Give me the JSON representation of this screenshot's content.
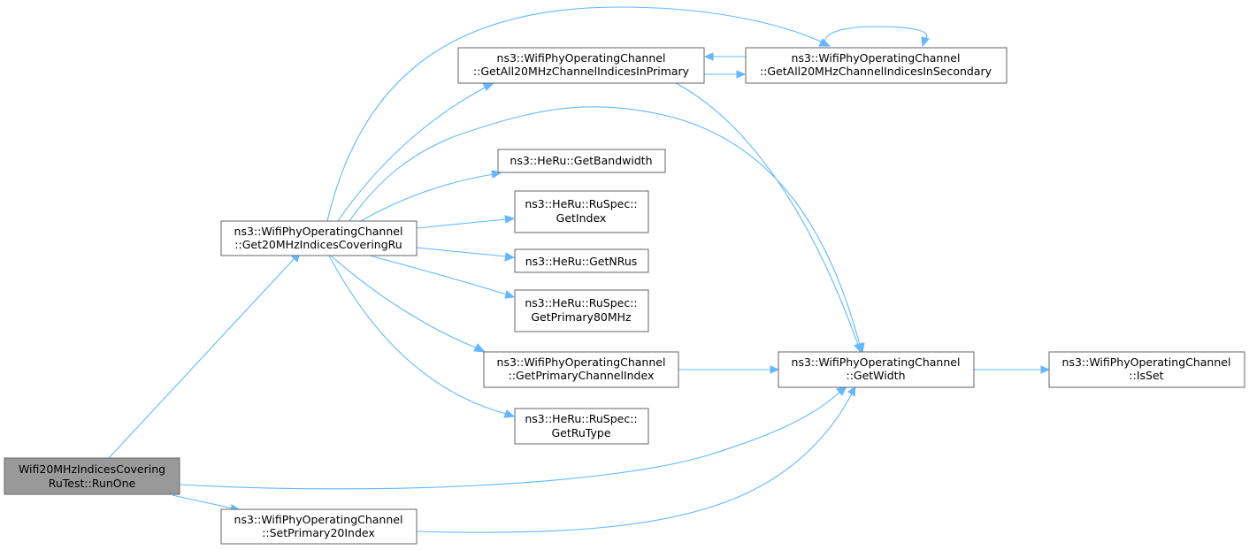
{
  "nodes": {
    "runone": [
      "Wifi20MHzIndicesCovering",
      "RuTest::RunOne"
    ],
    "get20mhz": [
      "ns3::WifiPhyOperatingChannel",
      "::Get20MHzIndicesCoveringRu"
    ],
    "setprimary20": [
      "ns3::WifiPhyOperatingChannel",
      "::SetPrimary20Index"
    ],
    "getall20primary": [
      "ns3::WifiPhyOperatingChannel",
      "::GetAll20MHzChannelIndicesInPrimary"
    ],
    "getall20secondary": [
      "ns3::WifiPhyOperatingChannel",
      "::GetAll20MHzChannelIndicesInSecondary"
    ],
    "getbandwidth": [
      "ns3::HeRu::GetBandwidth"
    ],
    "getindex": [
      "ns3::HeRu::RuSpec::",
      "GetIndex"
    ],
    "getnrus": [
      "ns3::HeRu::GetNRus"
    ],
    "getprimary80": [
      "ns3::HeRu::RuSpec::",
      "GetPrimary80MHz"
    ],
    "getprimarychannelindex": [
      "ns3::WifiPhyOperatingChannel",
      "::GetPrimaryChannelIndex"
    ],
    "getrutype": [
      "ns3::HeRu::RuSpec::",
      "GetRuType"
    ],
    "getwidth": [
      "ns3::WifiPhyOperatingChannel",
      "::GetWidth"
    ],
    "isset": [
      "ns3::WifiPhyOperatingChannel",
      "::IsSet"
    ]
  },
  "colors": {
    "edge": "#63b8ff",
    "node_border": "#666666",
    "root_fill": "#999999",
    "node_fill": "#ffffff"
  }
}
